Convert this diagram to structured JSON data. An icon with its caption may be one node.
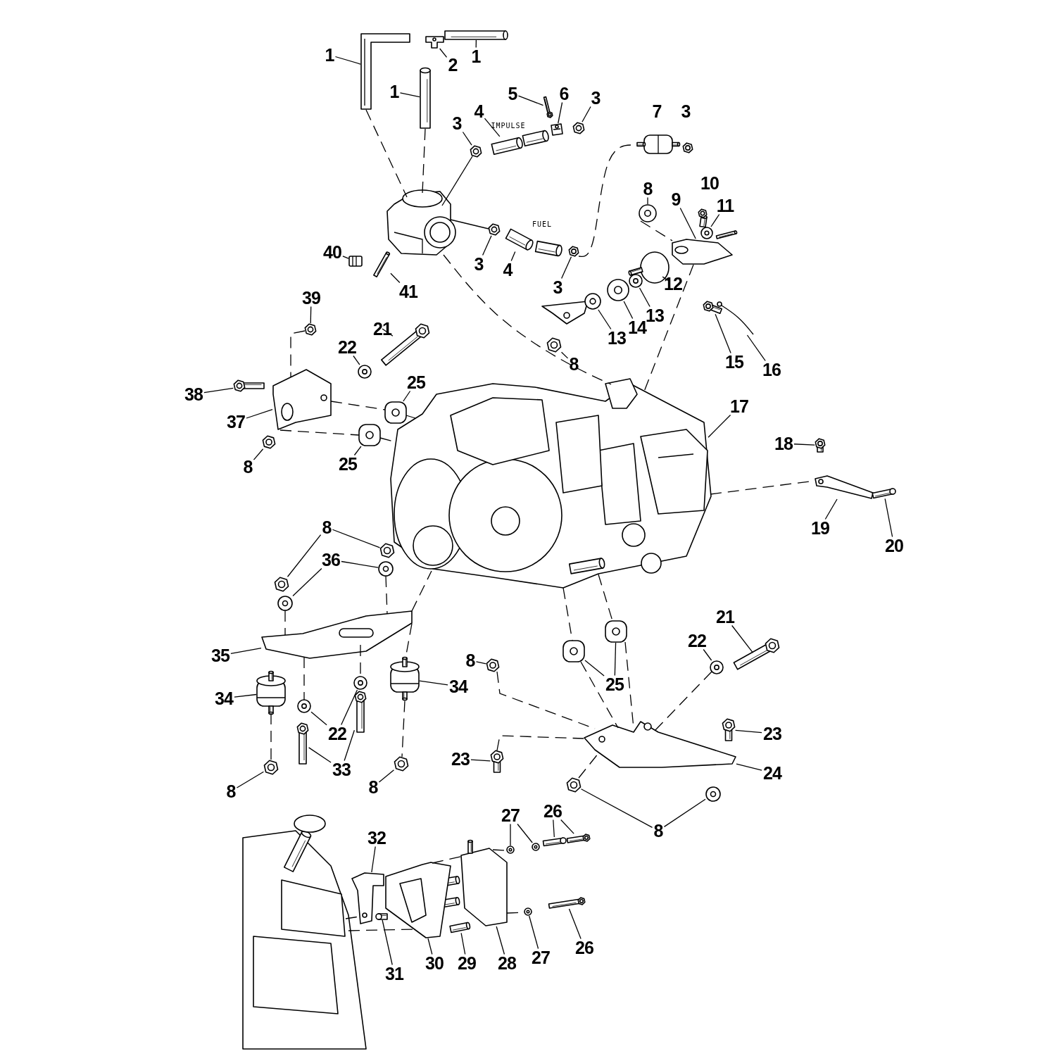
{
  "diagram": {
    "nodes": [
      {
        "text": [
          "1"
        ]
      },
      {
        "text": [
          "1"
        ]
      },
      {
        "text": [
          "2"
        ]
      },
      {
        "text": [
          "1"
        ]
      },
      {
        "text": [
          "5"
        ]
      },
      {
        "text": [
          "6"
        ]
      },
      {
        "text": [
          "3"
        ]
      },
      {
        "text": [
          "3"
        ]
      },
      {
        "text": [
          "4"
        ]
      },
      {
        "text": [
          "7"
        ]
      },
      {
        "text": [
          "3"
        ]
      },
      {
        "text": [
          "3"
        ]
      },
      {
        "text": [
          "4"
        ]
      },
      {
        "text": [
          "3"
        ]
      },
      {
        "text": [
          "8"
        ]
      },
      {
        "text": [
          "9"
        ]
      },
      {
        "text": [
          "10"
        ]
      },
      {
        "text": [
          "11"
        ]
      },
      {
        "text": [
          "12"
        ]
      },
      {
        "text": [
          "13"
        ]
      },
      {
        "text": [
          "14"
        ]
      },
      {
        "text": [
          "13"
        ]
      },
      {
        "text": [
          "8"
        ]
      },
      {
        "text": [
          "15"
        ]
      },
      {
        "text": [
          "16"
        ]
      },
      {
        "text": [
          "17"
        ]
      },
      {
        "text": [
          "18"
        ]
      },
      {
        "text": [
          "19"
        ]
      },
      {
        "text": [
          "20"
        ]
      },
      {
        "text": [
          "40"
        ]
      },
      {
        "text": [
          "41"
        ]
      },
      {
        "text": [
          "39"
        ]
      },
      {
        "text": [
          "21"
        ]
      },
      {
        "text": [
          "22"
        ]
      },
      {
        "text": [
          "25"
        ]
      },
      {
        "text": [
          "38"
        ]
      },
      {
        "text": [
          "37"
        ]
      },
      {
        "text": [
          "8"
        ]
      },
      {
        "text": [
          "25"
        ]
      },
      {
        "text": [
          "8"
        ]
      },
      {
        "text": [
          "36"
        ]
      },
      {
        "text": [
          "35"
        ]
      },
      {
        "text": [
          "34"
        ]
      },
      {
        "text": [
          "34"
        ]
      },
      {
        "text": [
          "22"
        ]
      },
      {
        "text": [
          "33"
        ]
      },
      {
        "text": [
          "8"
        ]
      },
      {
        "text": [
          "8"
        ]
      },
      {
        "text": [
          "8"
        ]
      },
      {
        "text": [
          "25"
        ]
      },
      {
        "text": [
          "22"
        ]
      },
      {
        "text": [
          "21"
        ]
      },
      {
        "text": [
          "23"
        ]
      },
      {
        "text": [
          "23"
        ]
      },
      {
        "text": [
          "24"
        ]
      },
      {
        "text": [
          "8"
        ]
      },
      {
        "text": [
          "27"
        ]
      },
      {
        "text": [
          "26"
        ]
      },
      {
        "text": [
          "32"
        ]
      },
      {
        "text": [
          "31"
        ]
      },
      {
        "text": [
          "30"
        ]
      },
      {
        "text": [
          "29"
        ]
      },
      {
        "text": [
          "28"
        ]
      },
      {
        "text": [
          "27"
        ]
      },
      {
        "text": [
          "26"
        ]
      },
      {
        "text": [],
        "shape": "picture"
      },
      {
        "text": [],
        "shape": "picture"
      },
      {
        "text": [],
        "shape": "picture"
      },
      {
        "text": [],
        "shape": "picture"
      },
      {
        "text": [],
        "shape": "picture"
      },
      {
        "text": [],
        "shape": "picture"
      },
      {
        "text": [],
        "shape": "picture"
      },
      {
        "text": [],
        "shape": "picture"
      },
      {
        "text": [],
        "shape": "picture"
      },
      {
        "text": [],
        "shape": "picture"
      },
      {
        "text": [],
        "shape": "picture"
      },
      {
        "text": [],
        "shape": "picture"
      },
      {
        "text": [],
        "shape": "picture"
      },
      {
        "text": [],
        "shape": "picture"
      },
      {
        "text": [],
        "shape": "picture"
      },
      {
        "text": [],
        "shape": "picture"
      },
      {
        "text": [],
        "shape": "picture"
      },
      {
        "text": [],
        "shape": "picture"
      },
      {
        "text": [],
        "shape": "picture"
      },
      {
        "text": [],
        "shape": "picture"
      },
      {
        "text": [],
        "shape": "picture"
      },
      {
        "text": [],
        "shape": "picture"
      },
      {
        "text": [],
        "shape": "picture",
        "in": 137
      },
      {
        "text": [],
        "shape": "picture"
      },
      {
        "text": [],
        "shape": "picture"
      },
      {
        "text": [],
        "shape": "picture"
      },
      {
        "text": [],
        "shape": "picture"
      },
      {
        "text": [],
        "shape": "picture"
      },
      {
        "text": [],
        "shape": "picture"
      },
      {
        "text": [],
        "shape": "picture"
      },
      {
        "text": [],
        "shape": "picture"
      },
      {
        "text": [],
        "shape": "picture"
      },
      {
        "text": [],
        "shape": "picture"
      },
      {
        "text": [],
        "shape": "picture"
      },
      {
        "text": [],
        "shape": "picture"
      },
      {
        "text": [],
        "shape": "picture"
      },
      {
        "text": [],
        "shape": "picture"
      },
      {
        "text": [],
        "shape": "picture"
      },
      {
        "text": [],
        "shape": "picture"
      },
      {
        "text": [],
        "shape": "picture"
      },
      {
        "text": [],
        "shape": "picture"
      },
      {
        "text": [],
        "shape": "picture"
      },
      {
        "text": [],
        "shape": "picture"
      },
      {
        "text": [],
        "shape": "picture"
      },
      {
        "text": [],
        "shape": "picture"
      },
      {
        "text": [],
        "shape": "picture"
      },
      {
        "text": [],
        "shape": "picture"
      },
      {
        "text": [],
        "shape": "picture"
      },
      {
        "text": [],
        "shape": "picture"
      },
      {
        "text": [],
        "shape": "picture"
      },
      {
        "text": [],
        "shape": "picture"
      },
      {
        "text": [],
        "shape": "picture"
      },
      {
        "text": [],
        "shape": "picture"
      },
      {
        "text": [],
        "shape": "picture"
      },
      {
        "text": [],
        "shape": "picture"
      },
      {
        "text": [],
        "shape": "picture"
      },
      {
        "text": [],
        "shape": "picture"
      },
      {
        "text": [],
        "shape": "picture"
      },
      {
        "text": [],
        "shape": "picture"
      },
      {
        "text": [],
        "shape": "picture"
      },
      {
        "text": [],
        "shape": "picture"
      },
      {
        "text": [],
        "shape": "picture"
      },
      {
        "text": [],
        "shape": "picture"
      },
      {
        "text": [],
        "shape": "picture"
      },
      {
        "text": [],
        "shape": "picture"
      },
      {
        "text": [],
        "shape": "picture"
      },
      {
        "text": [],
        "shape": "picture"
      },
      {
        "text": [],
        "shape": "picture"
      },
      {
        "text": [],
        "shape": "picture"
      },
      {
        "text": [],
        "shape": "picture"
      },
      {
        "text": [],
        "shape": "picture"
      },
      {
        "text": [],
        "shape": "picture"
      },
      {
        "text": [],
        "shape": "picture"
      },
      {
        "text": [],
        "shape": "picture"
      }
    ],
    "edges": [
      {
        "from": 0,
        "to": 65,
        "arrow": "none"
      },
      {
        "from": 1,
        "to": 66,
        "arrow": "none"
      },
      {
        "from": 2,
        "to": 67,
        "arrow": "none"
      },
      {
        "from": 3,
        "to": 68,
        "arrow": "none"
      },
      {
        "from": 4,
        "to": 69,
        "arrow": "none"
      },
      {
        "from": 5,
        "to": 70,
        "arrow": "none"
      },
      {
        "from": 6,
        "to": 71,
        "arrow": "none"
      },
      {
        "from": 7,
        "to": 72,
        "arrow": "none"
      },
      {
        "from": 8,
        "to": 73,
        "arrow": "none"
      },
      {
        "from": 11,
        "to": 74,
        "arrow": "none"
      },
      {
        "from": 12,
        "to": 75,
        "arrow": "none"
      },
      {
        "from": 13,
        "to": 76,
        "arrow": "none"
      },
      {
        "from": 14,
        "to": 77,
        "arrow": "none"
      },
      {
        "from": 15,
        "to": 78,
        "arrow": "none"
      },
      {
        "from": 17,
        "to": 79,
        "arrow": "none"
      },
      {
        "from": 18,
        "to": 80,
        "arrow": "none"
      },
      {
        "from": 19,
        "to": 81,
        "arrow": "none"
      },
      {
        "from": 20,
        "to": 82,
        "arrow": "none"
      },
      {
        "from": 21,
        "to": 83,
        "arrow": "none"
      },
      {
        "from": 22,
        "to": 84,
        "arrow": "none"
      },
      {
        "from": 23,
        "to": 85,
        "arrow": "none"
      },
      {
        "from": 24,
        "to": 86,
        "arrow": "none"
      },
      {
        "from": 25,
        "to": 87,
        "arrow": "none"
      },
      {
        "from": 26,
        "to": 88,
        "arrow": "none"
      },
      {
        "from": 27,
        "to": 89,
        "arrow": "none"
      },
      {
        "from": 28,
        "to": 90,
        "arrow": "none"
      },
      {
        "from": 29,
        "to": 91,
        "arrow": "none"
      },
      {
        "from": 30,
        "to": 92,
        "arrow": "none"
      },
      {
        "from": 31,
        "to": 93,
        "arrow": "none"
      },
      {
        "from": 32,
        "to": 94,
        "arrow": "none"
      },
      {
        "from": 33,
        "to": 95,
        "arrow": "none"
      },
      {
        "from": 34,
        "to": 96,
        "arrow": "none"
      },
      {
        "from": 35,
        "to": 97,
        "arrow": "none"
      },
      {
        "from": 36,
        "to": 98,
        "arrow": "none"
      },
      {
        "from": 37,
        "to": 99,
        "arrow": "none"
      },
      {
        "from": 38,
        "to": 100,
        "arrow": "none"
      },
      {
        "from": 39,
        "to": 101,
        "arrow": "none"
      },
      {
        "from": 39,
        "to": 102,
        "arrow": "none"
      },
      {
        "from": 40,
        "to": 103,
        "arrow": "none"
      },
      {
        "from": 40,
        "to": 104,
        "arrow": "none"
      },
      {
        "from": 41,
        "to": 105,
        "arrow": "none"
      },
      {
        "from": 42,
        "to": 106,
        "arrow": "none"
      },
      {
        "from": 43,
        "to": 107,
        "arrow": "none"
      },
      {
        "from": 44,
        "to": 108,
        "arrow": "none"
      },
      {
        "from": 44,
        "to": 109,
        "arrow": "none"
      },
      {
        "from": 45,
        "to": 110,
        "arrow": "none"
      },
      {
        "from": 45,
        "to": 111,
        "arrow": "none"
      },
      {
        "from": 46,
        "to": 112,
        "arrow": "none"
      },
      {
        "from": 47,
        "to": 113,
        "arrow": "none"
      },
      {
        "from": 48,
        "to": 114,
        "arrow": "none"
      },
      {
        "from": 49,
        "to": 115,
        "arrow": "none"
      },
      {
        "from": 49,
        "to": 116,
        "arrow": "none"
      },
      {
        "from": 50,
        "to": 117,
        "arrow": "none"
      },
      {
        "from": 51,
        "to": 118,
        "arrow": "none"
      },
      {
        "from": 52,
        "to": 119,
        "arrow": "none"
      },
      {
        "from": 53,
        "to": 120,
        "arrow": "none"
      },
      {
        "from": 54,
        "to": 121,
        "arrow": "none"
      },
      {
        "from": 55,
        "to": 122,
        "arrow": "none"
      },
      {
        "from": 55,
        "to": 123,
        "arrow": "none"
      },
      {
        "from": 56,
        "to": 124,
        "arrow": "none"
      },
      {
        "from": 56,
        "to": 125,
        "arrow": "none"
      },
      {
        "from": 57,
        "to": 126,
        "arrow": "none"
      },
      {
        "from": 57,
        "to": 127,
        "arrow": "none"
      },
      {
        "from": 58,
        "to": 128,
        "arrow": "none"
      },
      {
        "from": 59,
        "to": 129,
        "arrow": "none"
      },
      {
        "from": 60,
        "to": 130,
        "arrow": "none"
      },
      {
        "from": 61,
        "to": 131,
        "arrow": "none"
      },
      {
        "from": 62,
        "to": 132,
        "arrow": "none"
      },
      {
        "from": 63,
        "to": 133,
        "arrow": "none"
      },
      {
        "from": 64,
        "to": 134,
        "arrow": "none"
      },
      {
        "from": 65,
        "to": 135,
        "arrow": "none",
        "style": "dashed"
      },
      {
        "from": 66,
        "to": 135,
        "arrow": "none",
        "style": "dashed"
      },
      {
        "from": 135,
        "to": 72,
        "arrow": "none"
      },
      {
        "from": 135,
        "to": 74,
        "arrow": "none"
      },
      {
        "from": 76,
        "to": 136,
        "arrow": "none",
        "style": "dashed"
      },
      {
        "from": 77,
        "to": 78,
        "arrow": "none",
        "style": "dashed"
      },
      {
        "from": 78,
        "to": 137,
        "arrow": "none",
        "style": "dashed"
      },
      {
        "from": 135,
        "to": 137,
        "arrow": "none",
        "style": "dashed"
      },
      {
        "from": 137,
        "to": 89,
        "arrow": "none",
        "style": "dashed"
      },
      {
        "from": 93,
        "to": 98,
        "arrow": "none",
        "style": "dashed"
      },
      {
        "from": 98,
        "to": 96,
        "arrow": "none",
        "style": "dashed"
      },
      {
        "from": 98,
        "to": 100,
        "arrow": "none",
        "style": "dashed"
      },
      {
        "from": 96,
        "to": 137,
        "arrow": "none",
        "style": "dashed"
      },
      {
        "from": 100,
        "to": 137,
        "arrow": "none",
        "style": "dashed"
      },
      {
        "from": 103,
        "to": 105,
        "arrow": "none",
        "style": "dashed"
      },
      {
        "from": 104,
        "to": 105,
        "arrow": "none",
        "style": "dashed"
      },
      {
        "from": 105,
        "to": 137,
        "arrow": "none",
        "style": "dashed"
      },
      {
        "from": 106,
        "to": 112,
        "arrow": "none",
        "style": "dashed"
      },
      {
        "from": 107,
        "to": 113,
        "arrow": "none",
        "style": "dashed"
      },
      {
        "from": 105,
        "to": 107,
        "arrow": "none",
        "style": "dashed"
      },
      {
        "from": 105,
        "to": 108,
        "arrow": "none",
        "style": "dashed"
      },
      {
        "from": 105,
        "to": 109,
        "arrow": "none",
        "style": "dashed"
      },
      {
        "from": 137,
        "to": 115,
        "arrow": "none",
        "style": "dashed"
      },
      {
        "from": 137,
        "to": 116,
        "arrow": "none",
        "style": "dashed"
      },
      {
        "from": 115,
        "to": 121,
        "arrow": "none",
        "style": "dashed"
      },
      {
        "from": 116,
        "to": 121,
        "arrow": "none",
        "style": "dashed"
      },
      {
        "from": 117,
        "to": 121,
        "arrow": "none",
        "style": "dashed"
      },
      {
        "from": 114,
        "to": 121,
        "arrow": "none",
        "style": "dashed"
      },
      {
        "from": 120,
        "to": 121,
        "arrow": "none",
        "style": "dashed"
      },
      {
        "from": 122,
        "to": 121,
        "arrow": "none",
        "style": "dashed"
      },
      {
        "from": 130,
        "to": 132,
        "arrow": "none",
        "style": "dashed"
      },
      {
        "from": 132,
        "to": 124,
        "arrow": "none",
        "style": "dashed"
      },
      {
        "from": 132,
        "to": 133,
        "arrow": "none",
        "style": "dashed"
      },
      {
        "from": 138,
        "to": 128,
        "arrow": "none",
        "style": "dashed"
      },
      {
        "from": 138,
        "to": 130,
        "arrow": "none",
        "style": "dashed"
      }
    ],
    "labels": [
      "IMPULSE",
      "FUEL"
    ]
  }
}
